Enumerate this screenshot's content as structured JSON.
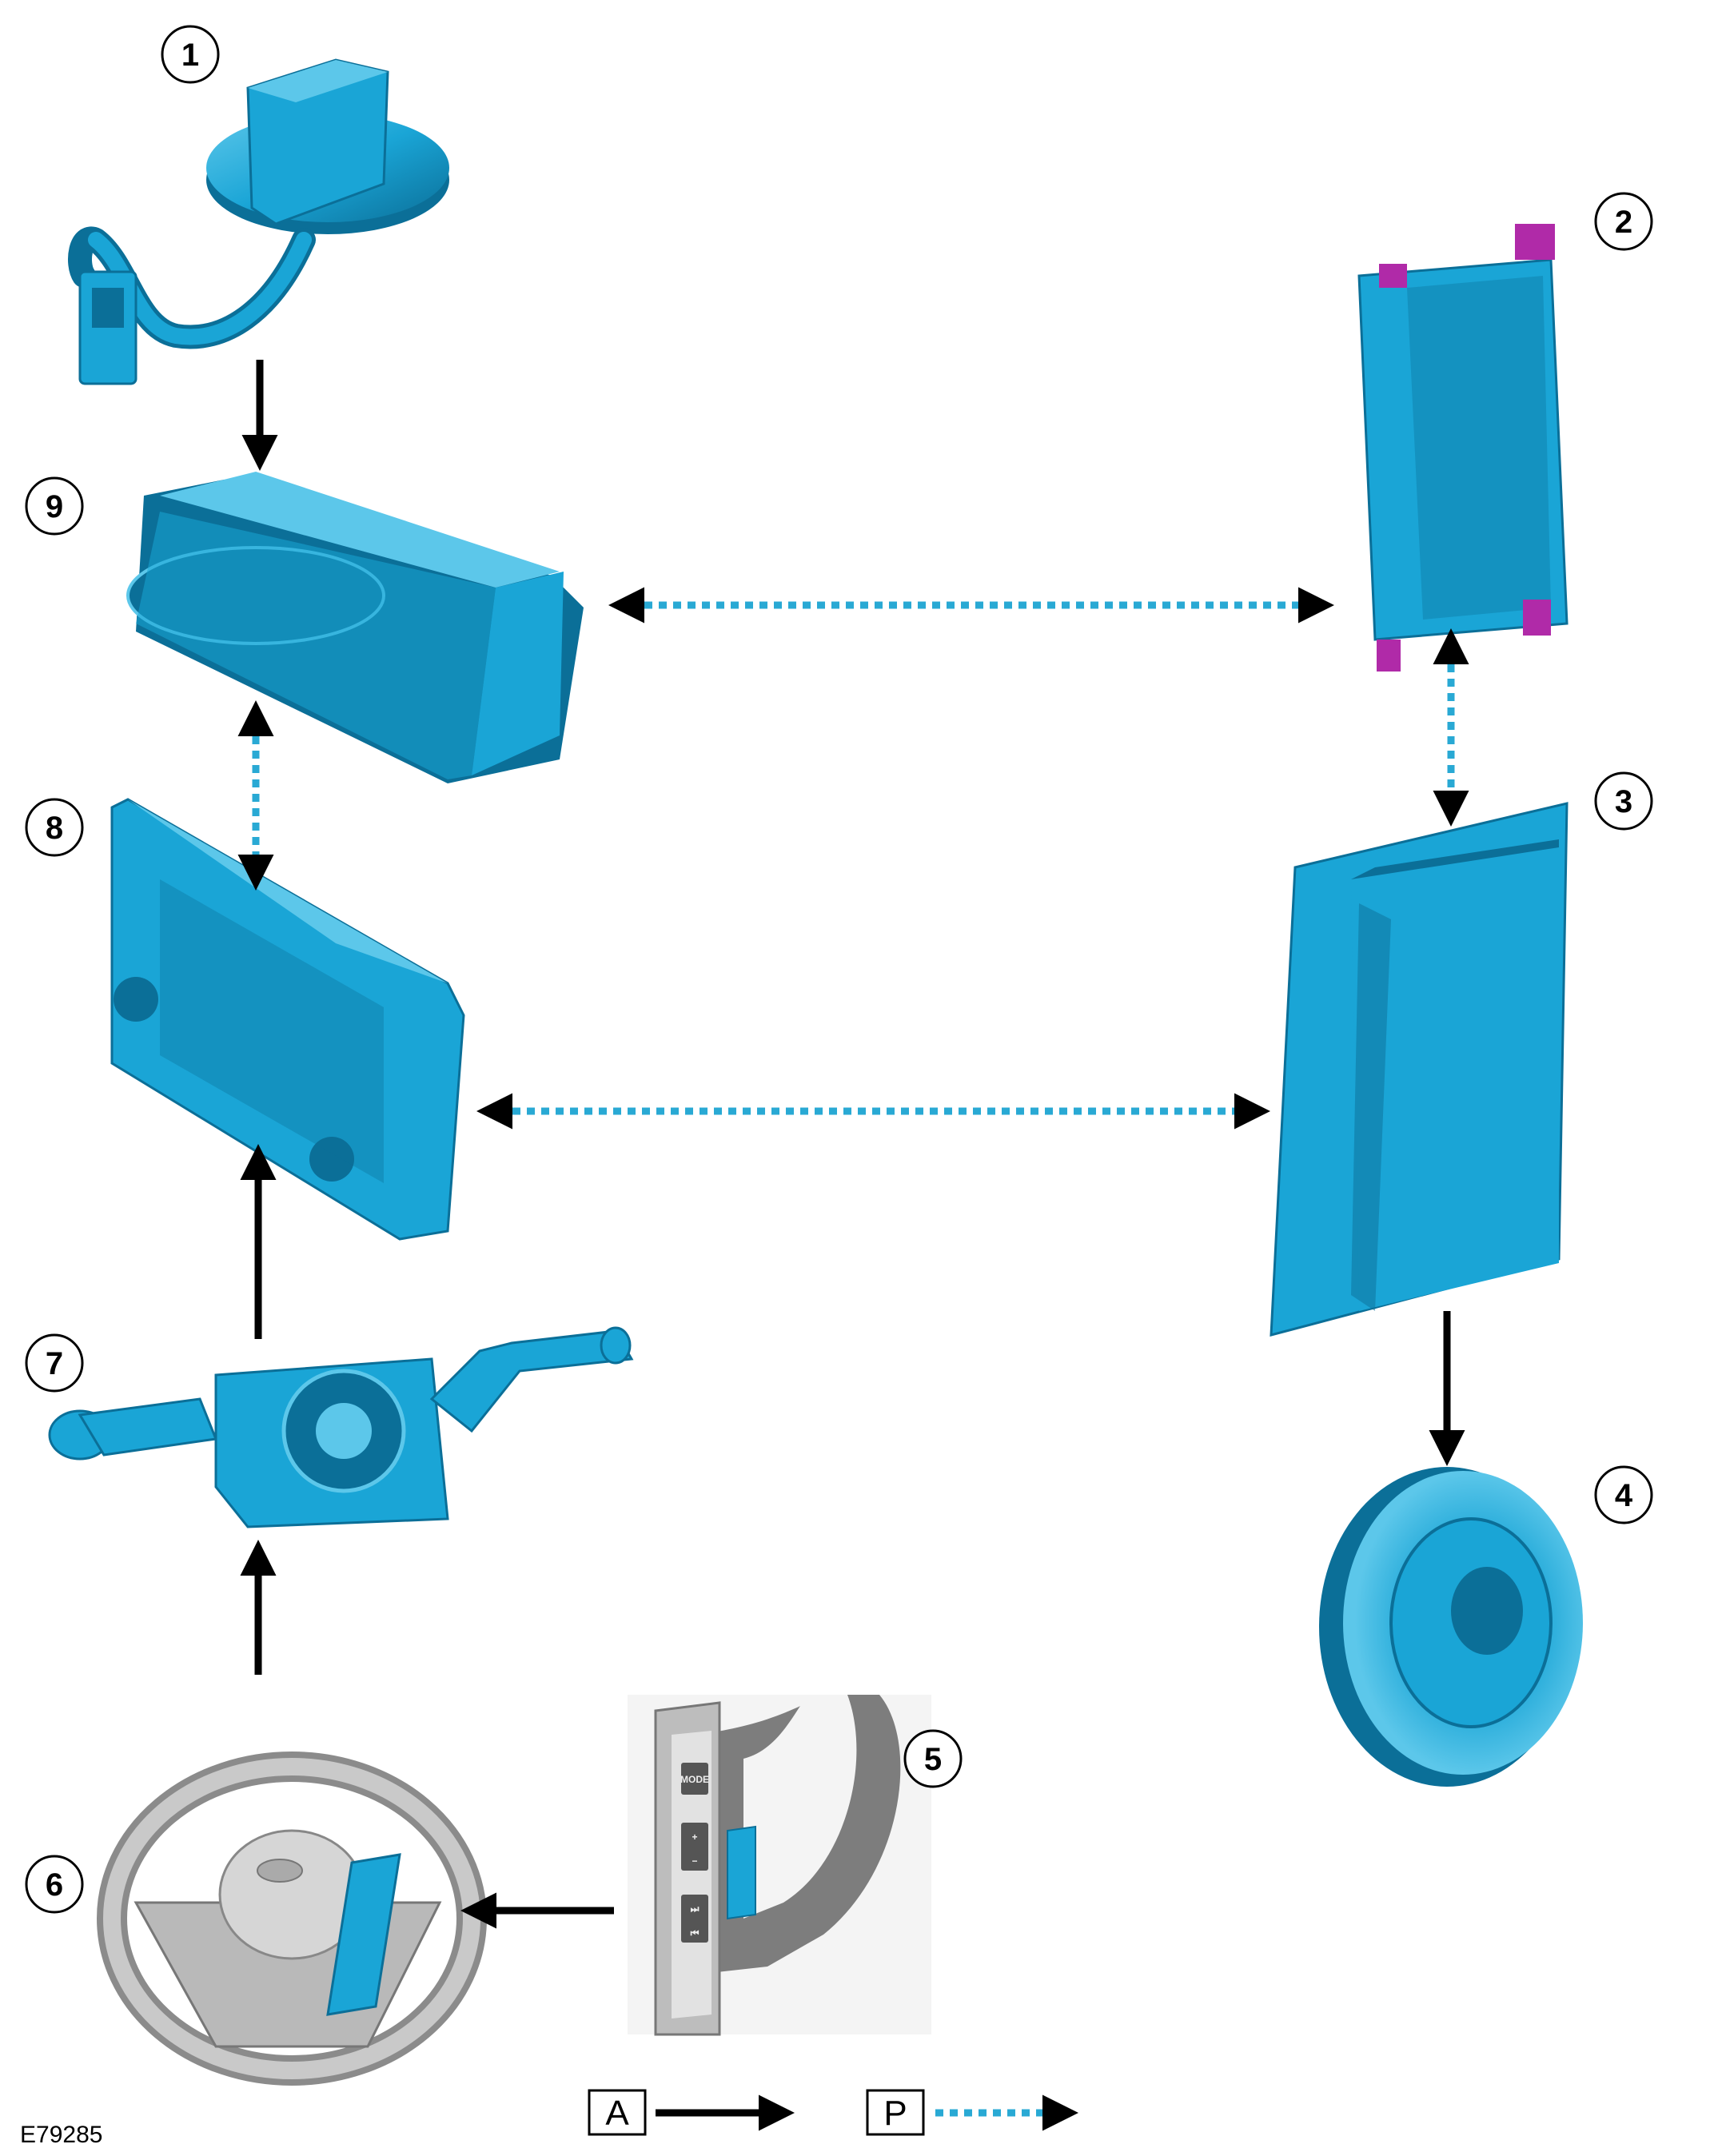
{
  "figure_id": "E79285",
  "callouts": [
    "1",
    "2",
    "3",
    "4",
    "5",
    "6",
    "7",
    "8",
    "9"
  ],
  "legend": {
    "analog_label": "A",
    "protocol_label": "P"
  },
  "switch_pack": {
    "mode": "MODE",
    "vol_up": "+",
    "vol_down": "−",
    "next": "⏭",
    "prev": "⏮"
  },
  "colors": {
    "component": "#1aa5d6",
    "component_dark": "#0b6f98",
    "component_light": "#5cc7ea",
    "mount": "#b02aa8",
    "analog_arrow": "#000000",
    "protocol_arrow": "#29a9d4",
    "wheel_grey": "#9a9a9a"
  }
}
